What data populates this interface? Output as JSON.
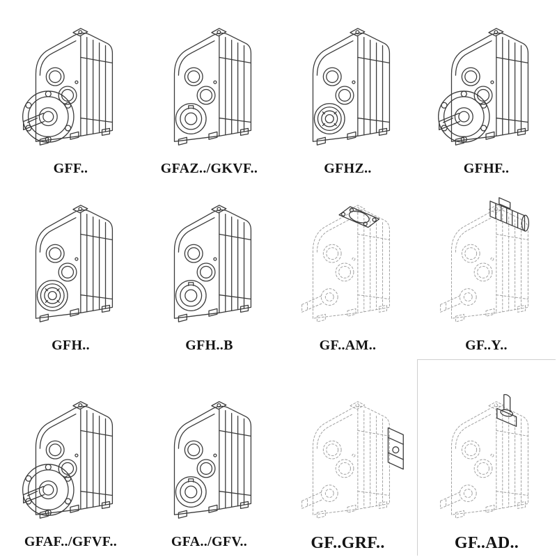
{
  "page": {
    "background": "#ffffff",
    "line_color": "#3a3a3a",
    "phantom_line_color": "#a0a0a0"
  },
  "catalog": {
    "items": [
      {
        "label": "GFF..",
        "drawing": "solid",
        "output": "flange-with-solid-shaft"
      },
      {
        "label": "GFAZ../GKVF..",
        "drawing": "solid",
        "output": "hollow-shaft"
      },
      {
        "label": "GFHZ..",
        "drawing": "solid",
        "output": "hollow-shaft-shrink-disc"
      },
      {
        "label": "GFHF..",
        "drawing": "solid",
        "output": "flange-with-solid-shaft"
      },
      {
        "label": "GFH..",
        "drawing": "solid",
        "output": "hollow-shaft-bearing"
      },
      {
        "label": "GFH..B",
        "drawing": "solid",
        "output": "hollow-shaft"
      },
      {
        "label": "GF..AM..",
        "drawing": "phantom",
        "attachment": "motor-adapter-flange-on-top"
      },
      {
        "label": "GF..Y..",
        "drawing": "phantom",
        "attachment": "motor-mounted-on-top"
      },
      {
        "label": "GFAF../GFVF..",
        "drawing": "solid",
        "output": "flange-with-solid-shaft"
      },
      {
        "label": "GFA../GFV..",
        "drawing": "solid",
        "output": "hollow-shaft"
      },
      {
        "label": "GF..GRF..",
        "drawing": "phantom",
        "attachment": "side-input-adapter"
      },
      {
        "label": "GF..AD..",
        "drawing": "phantom",
        "attachment": "top-input-shaft-adapter"
      }
    ]
  }
}
